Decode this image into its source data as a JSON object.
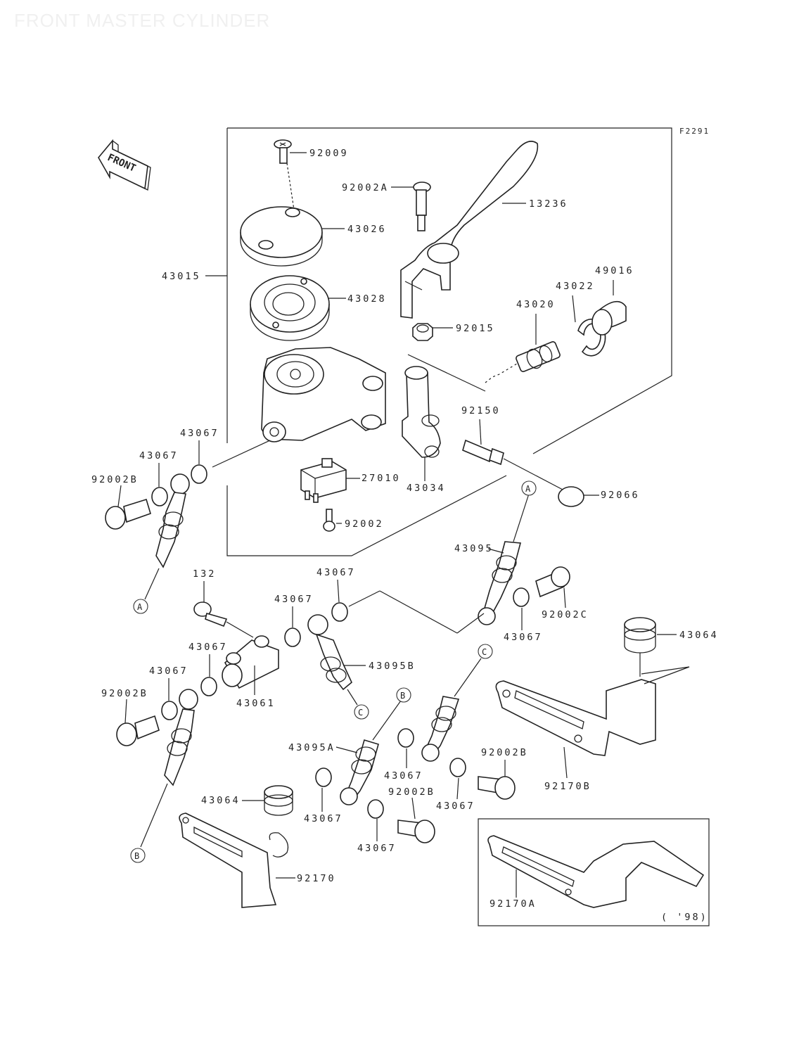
{
  "page": {
    "header_title": "FRONT MASTER CYLINDER",
    "figure_code": "F2291"
  },
  "front_arrow": {
    "label": "FRONT"
  },
  "inset": {
    "note": "( '98)"
  },
  "callouts": {
    "a": "A",
    "b": "B",
    "c": "C"
  },
  "parts": {
    "p92009": "92009",
    "p92002A": "92002A",
    "p13236": "13236",
    "p43026": "43026",
    "p43015": "43015",
    "p43028": "43028",
    "p49016": "49016",
    "p43022": "43022",
    "p43020": "43020",
    "p92015": "92015",
    "p92150": "92150",
    "p43067_1": "43067",
    "p43067_2": "43067",
    "p92002B_1": "92002B",
    "p27010": "27010",
    "p43034": "43034",
    "p92066": "92066",
    "p92002": "92002",
    "p43095": "43095",
    "p132": "132",
    "p43067_3": "43067",
    "p43067_4": "43067",
    "p92002C": "92002C",
    "p43067_5": "43067",
    "p43064_1": "43064",
    "p43067_6": "43067",
    "p43095B": "43095B",
    "p43067_7": "43067",
    "p92002B_2": "92002B",
    "p43061": "43061",
    "p43095A": "43095A",
    "p43067_8": "43067",
    "p92002B_3": "92002B",
    "p43067_9": "43067",
    "p92002B_4": "92002B",
    "p43067_10": "43067",
    "p43064_2": "43064",
    "p43067_11": "43067",
    "p92170B": "92170B",
    "p92170": "92170",
    "p92170A": "92170A"
  }
}
